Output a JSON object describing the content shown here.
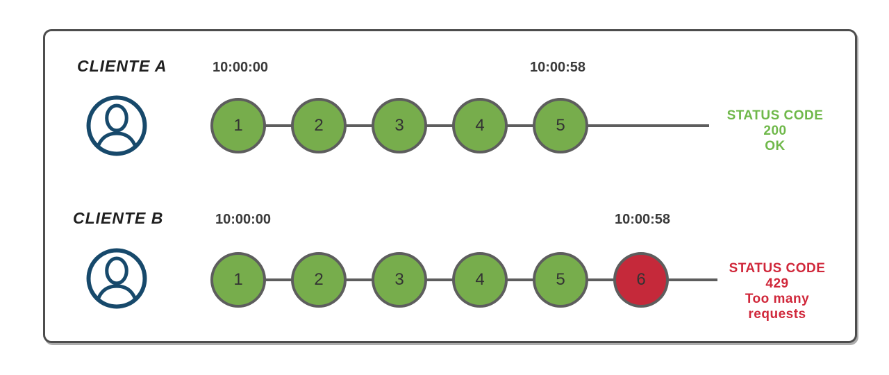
{
  "colors": {
    "circle_green": "#77ad4c",
    "circle_red": "#c5293a",
    "line_gray": "#5d5d5d",
    "panel_border": "#4d4d4d",
    "avatar_navy": "#17496b",
    "text_dark": "#3a3a3a"
  },
  "rows": [
    {
      "client_label": "CLIENTE A",
      "start_time": "10:00:00",
      "end_time": "10:00:58",
      "requests": [
        {
          "label": "1",
          "status": "ok"
        },
        {
          "label": "2",
          "status": "ok"
        },
        {
          "label": "3",
          "status": "ok"
        },
        {
          "label": "4",
          "status": "ok"
        },
        {
          "label": "5",
          "status": "ok"
        }
      ],
      "status_line1": "STATUS CODE 200",
      "status_line2": "OK",
      "status_color": "#6fb84a"
    },
    {
      "client_label": "CLIENTE B",
      "start_time": "10:00:00",
      "end_time": "10:00:58",
      "requests": [
        {
          "label": "1",
          "status": "ok"
        },
        {
          "label": "2",
          "status": "ok"
        },
        {
          "label": "3",
          "status": "ok"
        },
        {
          "label": "4",
          "status": "ok"
        },
        {
          "label": "5",
          "status": "ok"
        },
        {
          "label": "6",
          "status": "blocked"
        }
      ],
      "status_line1": "STATUS CODE 429",
      "status_line2": "Too many requests",
      "status_color": "#d0273a"
    }
  ]
}
